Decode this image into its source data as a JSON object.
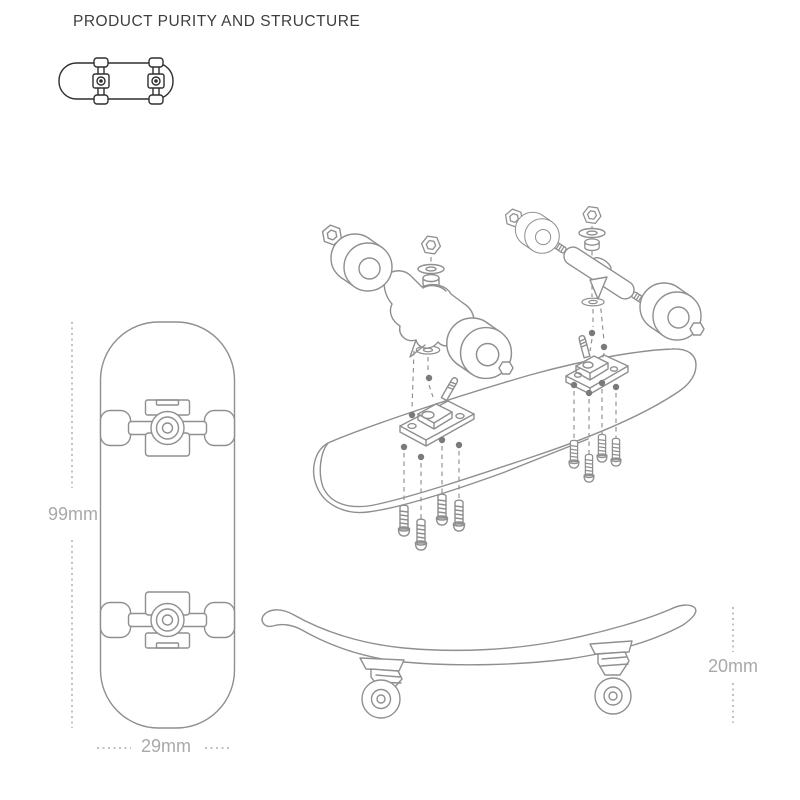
{
  "title": "PRODUCT PURITY AND STRUCTURE",
  "dimensions": {
    "length_label": "99mm",
    "width_label": "29mm",
    "thickness_label": "20mm"
  },
  "figures": {
    "top_view_icon": "fingerboard top view miniature",
    "bottom_view": "fingerboard bottom view with trucks",
    "exploded_view": "fingerboard trucks exploded assembly on deck",
    "side_view": "fingerboard side profile"
  },
  "colors": {
    "background": "#ffffff",
    "title_text": "#3e3e3e",
    "line": "#8f8f8f",
    "dark_line": "#2e2e2e",
    "dim_text": "#a9a9a9",
    "dim_dots": "#c2c2c2",
    "dot_fill": "#7a7a7a"
  }
}
